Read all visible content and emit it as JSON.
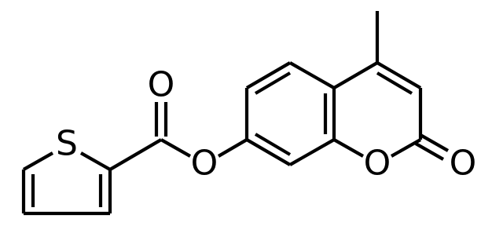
{
  "diagram": {
    "type": "chemical-structure",
    "atoms": {
      "sulfur": "S",
      "carbonyl_oxygen": "O",
      "ester_oxygen": "O",
      "ring_oxygen": "O",
      "lactone_oxygen": "O"
    },
    "colors": {
      "bond": "#000000",
      "label": "#000000",
      "background": "#ffffff"
    }
  }
}
